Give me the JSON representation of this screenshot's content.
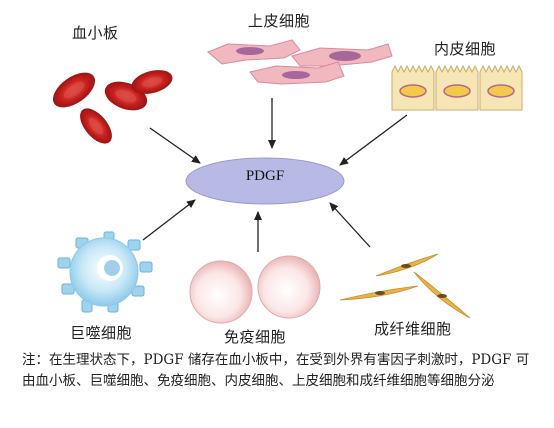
{
  "center": "PDGF",
  "sources": {
    "platelet": "血小板",
    "epithelial": "上皮细胞",
    "endothelial": "内皮细胞",
    "macrophage": "巨噬细胞",
    "immune": "免疫细胞",
    "fibroblast": "成纤维细胞"
  },
  "note": "注：在生理状态下，PDGF 储存在血小板中，在受到外界有害因子刺激时，PDGF 可由血小板、巨噬细胞、免疫细胞、内皮细胞、上皮细胞和成纤维细胞等细胞分泌",
  "colors": {
    "platelet": "#c8201e",
    "epithelial": "#f2b8c0",
    "endothelial": "#f7e6b5",
    "macrophage": "#9ed3ee",
    "immune": "#f6d4d4",
    "fibroblast": "#e9b24a",
    "center": "#b9b9e6"
  }
}
